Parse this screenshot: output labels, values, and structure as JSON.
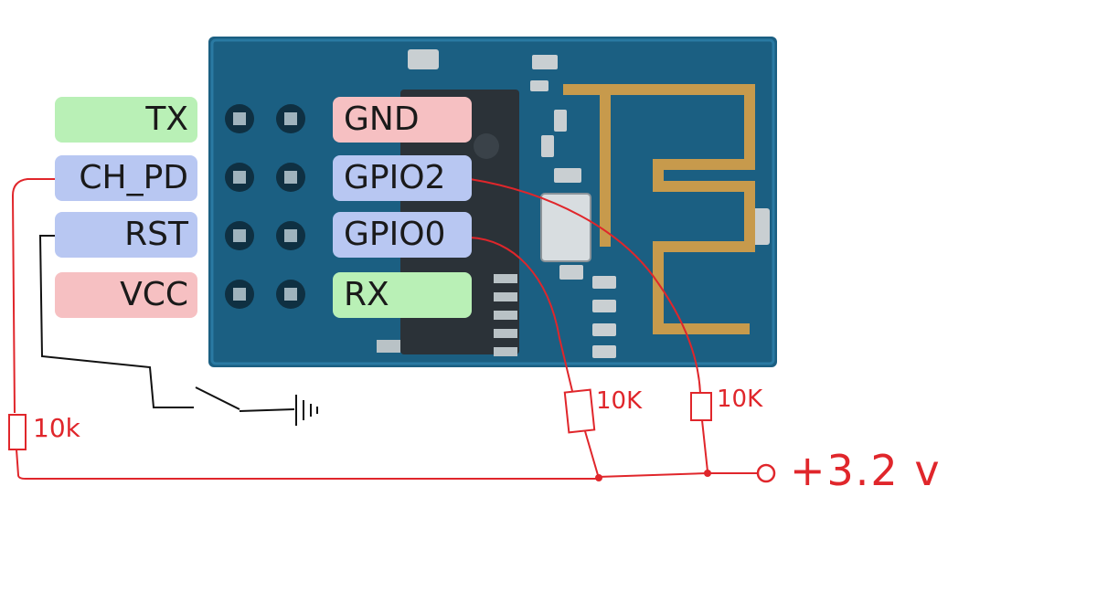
{
  "colors": {
    "tx_rx": "#b9f0b6",
    "power": "#f6c0c2",
    "control": "#b8c7f2",
    "board": "#1b5f82",
    "wire_red": "#e0262b",
    "wire_black": "#111111"
  },
  "pins": {
    "tx": "TX",
    "ch_pd": "CH_PD",
    "rst": "RST",
    "vcc": "VCC",
    "gnd": "GND",
    "gpio2": "GPIO2",
    "gpio0": "GPIO0",
    "rx": "RX"
  },
  "resistors": {
    "chpd": "10k",
    "gpio0": "10K",
    "gpio2": "10K"
  },
  "supply": "+3.2 v"
}
